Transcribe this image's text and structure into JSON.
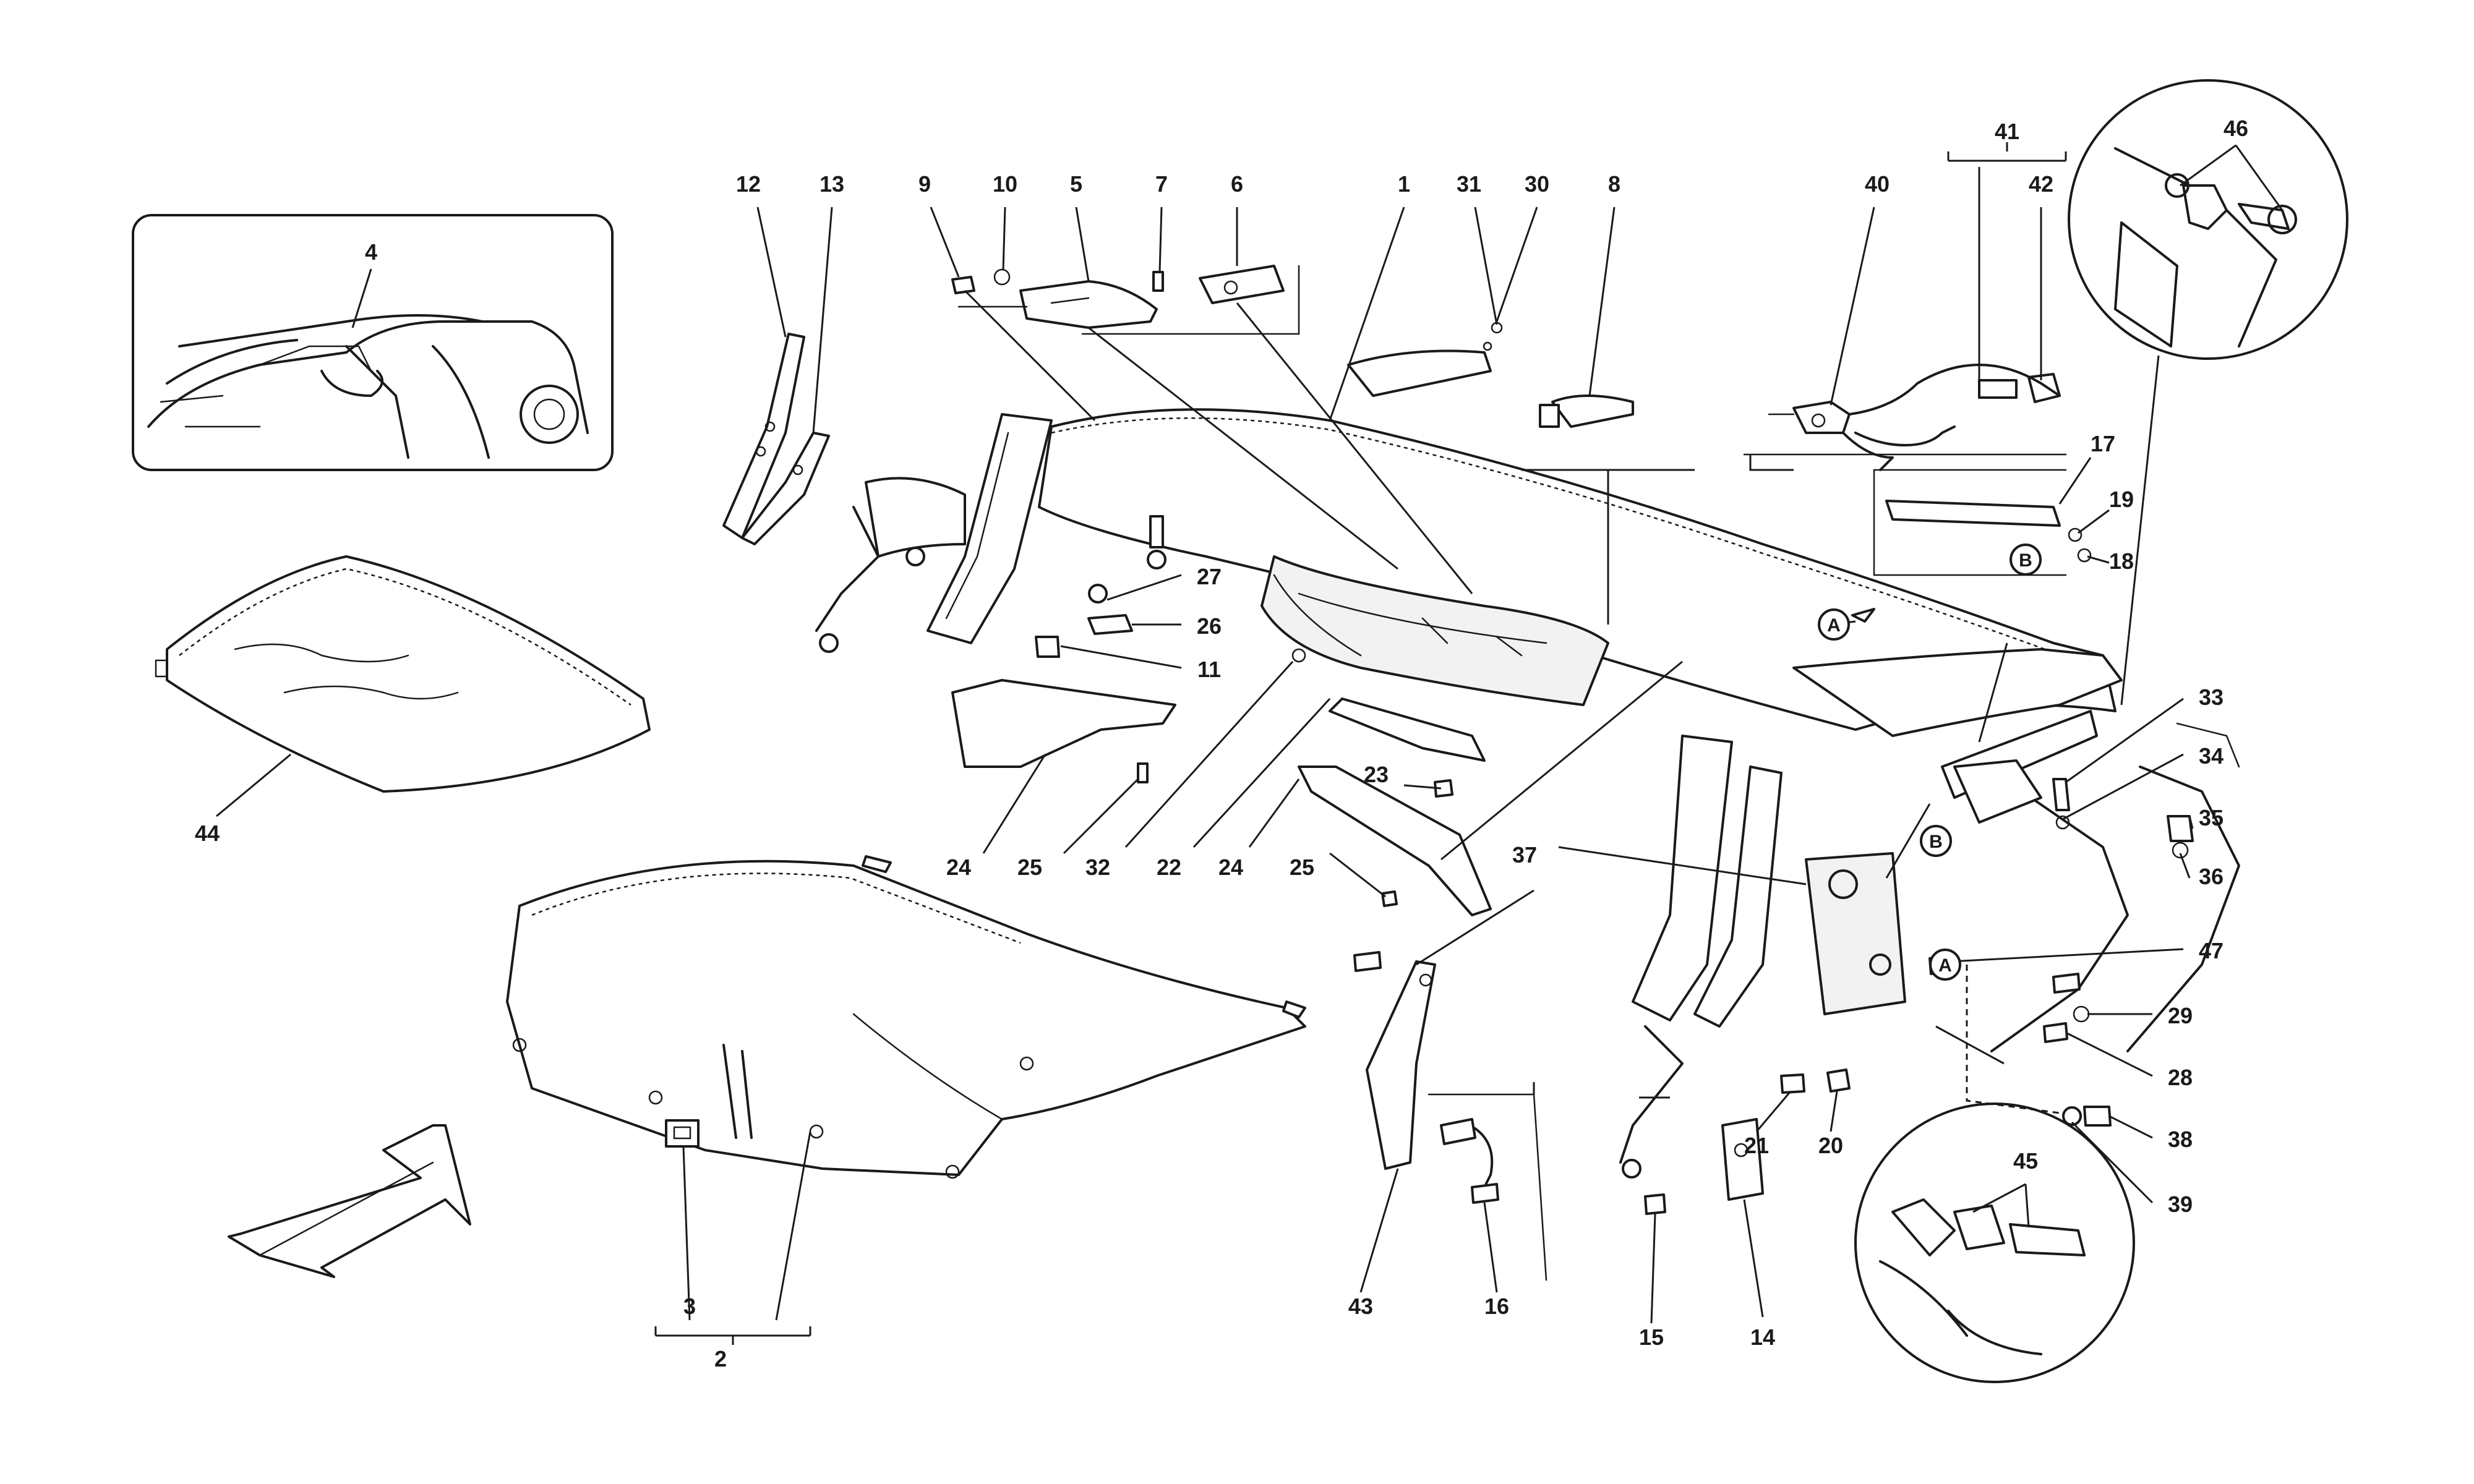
{
  "diagram": {
    "callouts": [
      {
        "id": "c1",
        "label": "1"
      },
      {
        "id": "c2",
        "label": "2"
      },
      {
        "id": "c3",
        "label": "3"
      },
      {
        "id": "c4",
        "label": "4"
      },
      {
        "id": "c5",
        "label": "5"
      },
      {
        "id": "c6",
        "label": "6"
      },
      {
        "id": "c7",
        "label": "7"
      },
      {
        "id": "c8",
        "label": "8"
      },
      {
        "id": "c9",
        "label": "9"
      },
      {
        "id": "c10",
        "label": "10"
      },
      {
        "id": "c11",
        "label": "11"
      },
      {
        "id": "c12",
        "label": "12"
      },
      {
        "id": "c13",
        "label": "13"
      },
      {
        "id": "c14",
        "label": "14"
      },
      {
        "id": "c15",
        "label": "15"
      },
      {
        "id": "c16",
        "label": "16"
      },
      {
        "id": "c17",
        "label": "17"
      },
      {
        "id": "c18",
        "label": "18"
      },
      {
        "id": "c19",
        "label": "19"
      },
      {
        "id": "c20",
        "label": "20"
      },
      {
        "id": "c21",
        "label": "21"
      },
      {
        "id": "c22",
        "label": "22"
      },
      {
        "id": "c23",
        "label": "23"
      },
      {
        "id": "c24a",
        "label": "24"
      },
      {
        "id": "c24b",
        "label": "24"
      },
      {
        "id": "c25a",
        "label": "25"
      },
      {
        "id": "c25b",
        "label": "25"
      },
      {
        "id": "c26",
        "label": "26"
      },
      {
        "id": "c27",
        "label": "27"
      },
      {
        "id": "c28",
        "label": "28"
      },
      {
        "id": "c29",
        "label": "29"
      },
      {
        "id": "c30",
        "label": "30"
      },
      {
        "id": "c31",
        "label": "31"
      },
      {
        "id": "c32",
        "label": "32"
      },
      {
        "id": "c33",
        "label": "33"
      },
      {
        "id": "c34",
        "label": "34"
      },
      {
        "id": "c35",
        "label": "35"
      },
      {
        "id": "c36",
        "label": "36"
      },
      {
        "id": "c37",
        "label": "37"
      },
      {
        "id": "c38",
        "label": "38"
      },
      {
        "id": "c39",
        "label": "39"
      },
      {
        "id": "c40",
        "label": "40"
      },
      {
        "id": "c41",
        "label": "41"
      },
      {
        "id": "c42",
        "label": "42"
      },
      {
        "id": "c43",
        "label": "43"
      },
      {
        "id": "c44",
        "label": "44"
      },
      {
        "id": "c45",
        "label": "45"
      },
      {
        "id": "c46",
        "label": "46"
      },
      {
        "id": "c47",
        "label": "47"
      }
    ],
    "reference_markers": [
      {
        "id": "refA1",
        "label": "A"
      },
      {
        "id": "refA2",
        "label": "A"
      },
      {
        "id": "refB1",
        "label": "B"
      },
      {
        "id": "refB2",
        "label": "B"
      }
    ],
    "direction_icon": "front-direction-arrow-icon"
  }
}
